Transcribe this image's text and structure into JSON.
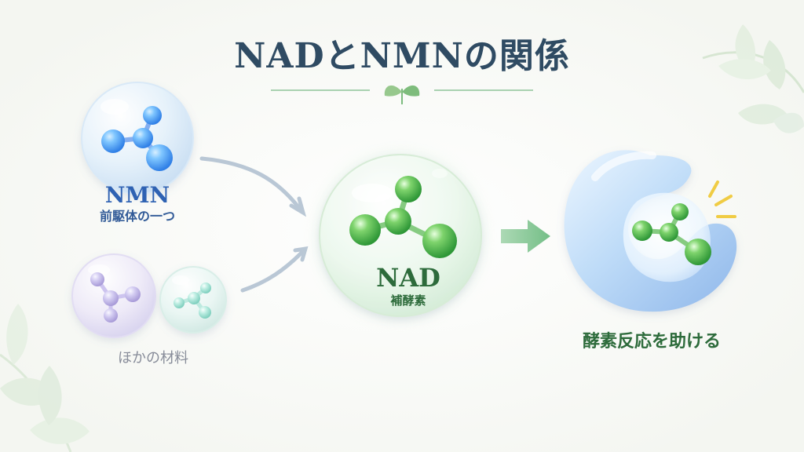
{
  "title": "NADとNMNの関係",
  "nmn": {
    "name": "NMN",
    "subtitle": "前駆体の一つ"
  },
  "other": {
    "subtitle": "ほかの材料"
  },
  "nad": {
    "name": "NAD",
    "subtitle": "補酵素"
  },
  "result": {
    "label": "酵素反応を助ける"
  },
  "icons": {
    "title_ornament": "leaf-sprout-icon",
    "arrows": "arrow-icon",
    "molecules": "molecule-icon",
    "enzyme": "enzyme-icon",
    "spark": "spark-icon"
  },
  "colors": {
    "title": "#2f4b63",
    "nmn": "#2f62b3",
    "other": "#878c99",
    "nad": "#2d6b3b",
    "result": "#2d6b3b",
    "arrow": "#b6c2d0",
    "green_arrow": "#7fbe8f"
  }
}
